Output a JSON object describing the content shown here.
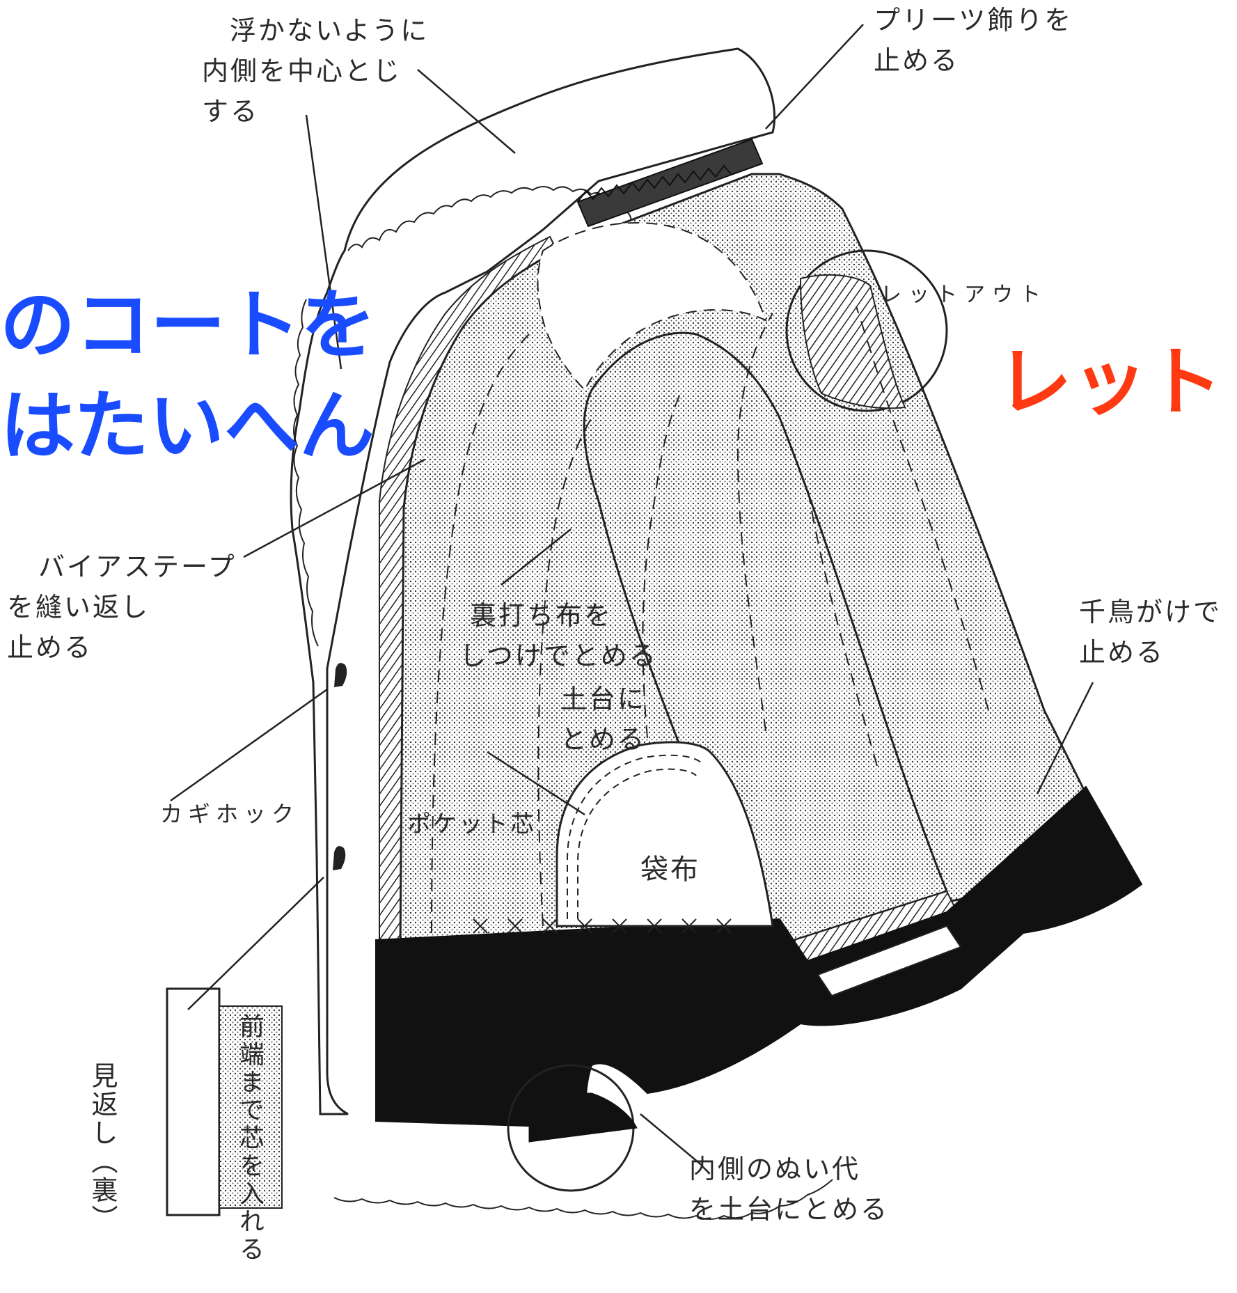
{
  "labels": {
    "float_lines": [
      "浮かないように",
      "内側を中心とじ",
      "する"
    ],
    "pleat": [
      "プリーツ飾りを",
      "止める"
    ],
    "let_out": "レットアウト",
    "bias": [
      "バイアステープ",
      "を縫い返し",
      "止める"
    ],
    "lining": [
      "裏打ち布を",
      "しつけでとめる"
    ],
    "base": [
      "土台に",
      "とめる"
    ],
    "chidori": [
      "千鳥がけで",
      "止める"
    ],
    "hook": "カギホック",
    "pocket_core": "ポケット芯",
    "pocket_bag": "袋布",
    "inner_seam": [
      "内側のぬい代",
      "を土台にとめる"
    ],
    "facing_back": "見返し（裏）",
    "core_to_edge": "前端まで芯を入れる"
  },
  "overlay": {
    "blue_lines": [
      "のコートを",
      "はたいへん"
    ],
    "red": "レット",
    "colors": {
      "blue": "#1a4cff",
      "red": "#ff3a12"
    }
  }
}
